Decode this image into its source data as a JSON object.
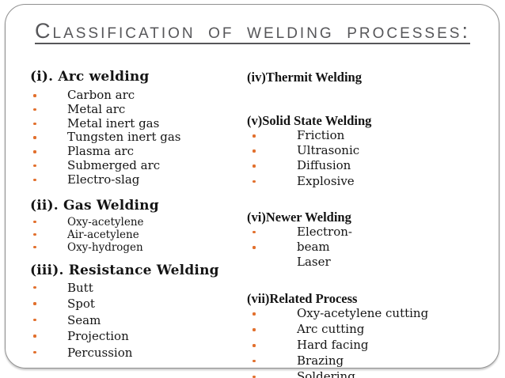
{
  "slide": {
    "title": {
      "text": "Classification of welding processes:"
    },
    "columns": [
      {
        "sections": [
          {
            "heading": "(i). Arc welding",
            "items": [
              {
                "text": "Carbon arc",
                "bullet": true
              },
              {
                "text": "Metal arc",
                "bullet": true
              },
              {
                "text": "Metal inert gas",
                "bullet": true
              },
              {
                "text": "Tungsten inert gas",
                "bullet": true
              },
              {
                "text": "Plasma arc",
                "bullet": true
              },
              {
                "text": "Submerged arc",
                "bullet": true
              },
              {
                "text": "Electro-slag",
                "bullet": true
              }
            ]
          },
          {
            "heading": "(ii). Gas Welding",
            "items": [
              {
                "text": "Oxy-acetylene",
                "bullet": true
              },
              {
                "text": "Air-acetylene",
                "bullet": true
              },
              {
                "text": "Oxy-hydrogen",
                "bullet": true
              }
            ]
          },
          {
            "heading": "(iii). Resistance Welding",
            "items": [
              {
                "text": "Butt",
                "bullet": true
              },
              {
                "text": "Spot",
                "bullet": true
              },
              {
                "text": "Seam",
                "bullet": true
              },
              {
                "text": "Projection",
                "bullet": true
              },
              {
                "text": "Percussion",
                "bullet": true
              }
            ]
          }
        ]
      },
      {
        "sections": [
          {
            "heading": "(iv)Thermit Welding",
            "items": []
          },
          {
            "heading": "(v)Solid State Welding",
            "items": [
              {
                "text": "Friction",
                "bullet": true
              },
              {
                "text": "Ultrasonic",
                "bullet": true
              },
              {
                "text": "Diffusion",
                "bullet": true
              },
              {
                "text": "Explosive",
                "bullet": true
              }
            ]
          },
          {
            "heading": "(vi)Newer Welding",
            "items": [
              {
                "text": "Electron-",
                "bullet": true
              },
              {
                "text": "beam",
                "bullet": true
              },
              {
                "text": "Laser",
                "bullet": false
              }
            ]
          },
          {
            "heading": "(vii)Related Process",
            "items": [
              {
                "text": "Oxy-acetylene cutting",
                "bullet": true
              },
              {
                "text": "Arc cutting",
                "bullet": true
              },
              {
                "text": "Hard facing",
                "bullet": true
              },
              {
                "text": "Brazing",
                "bullet": true
              },
              {
                "text": "Soldering",
                "bullet": true
              }
            ]
          }
        ]
      }
    ],
    "colors": {
      "title": "#565659",
      "text": "#141414",
      "bullet": "#E2702E",
      "border": "#909090",
      "background": "#FFFFFF"
    }
  }
}
